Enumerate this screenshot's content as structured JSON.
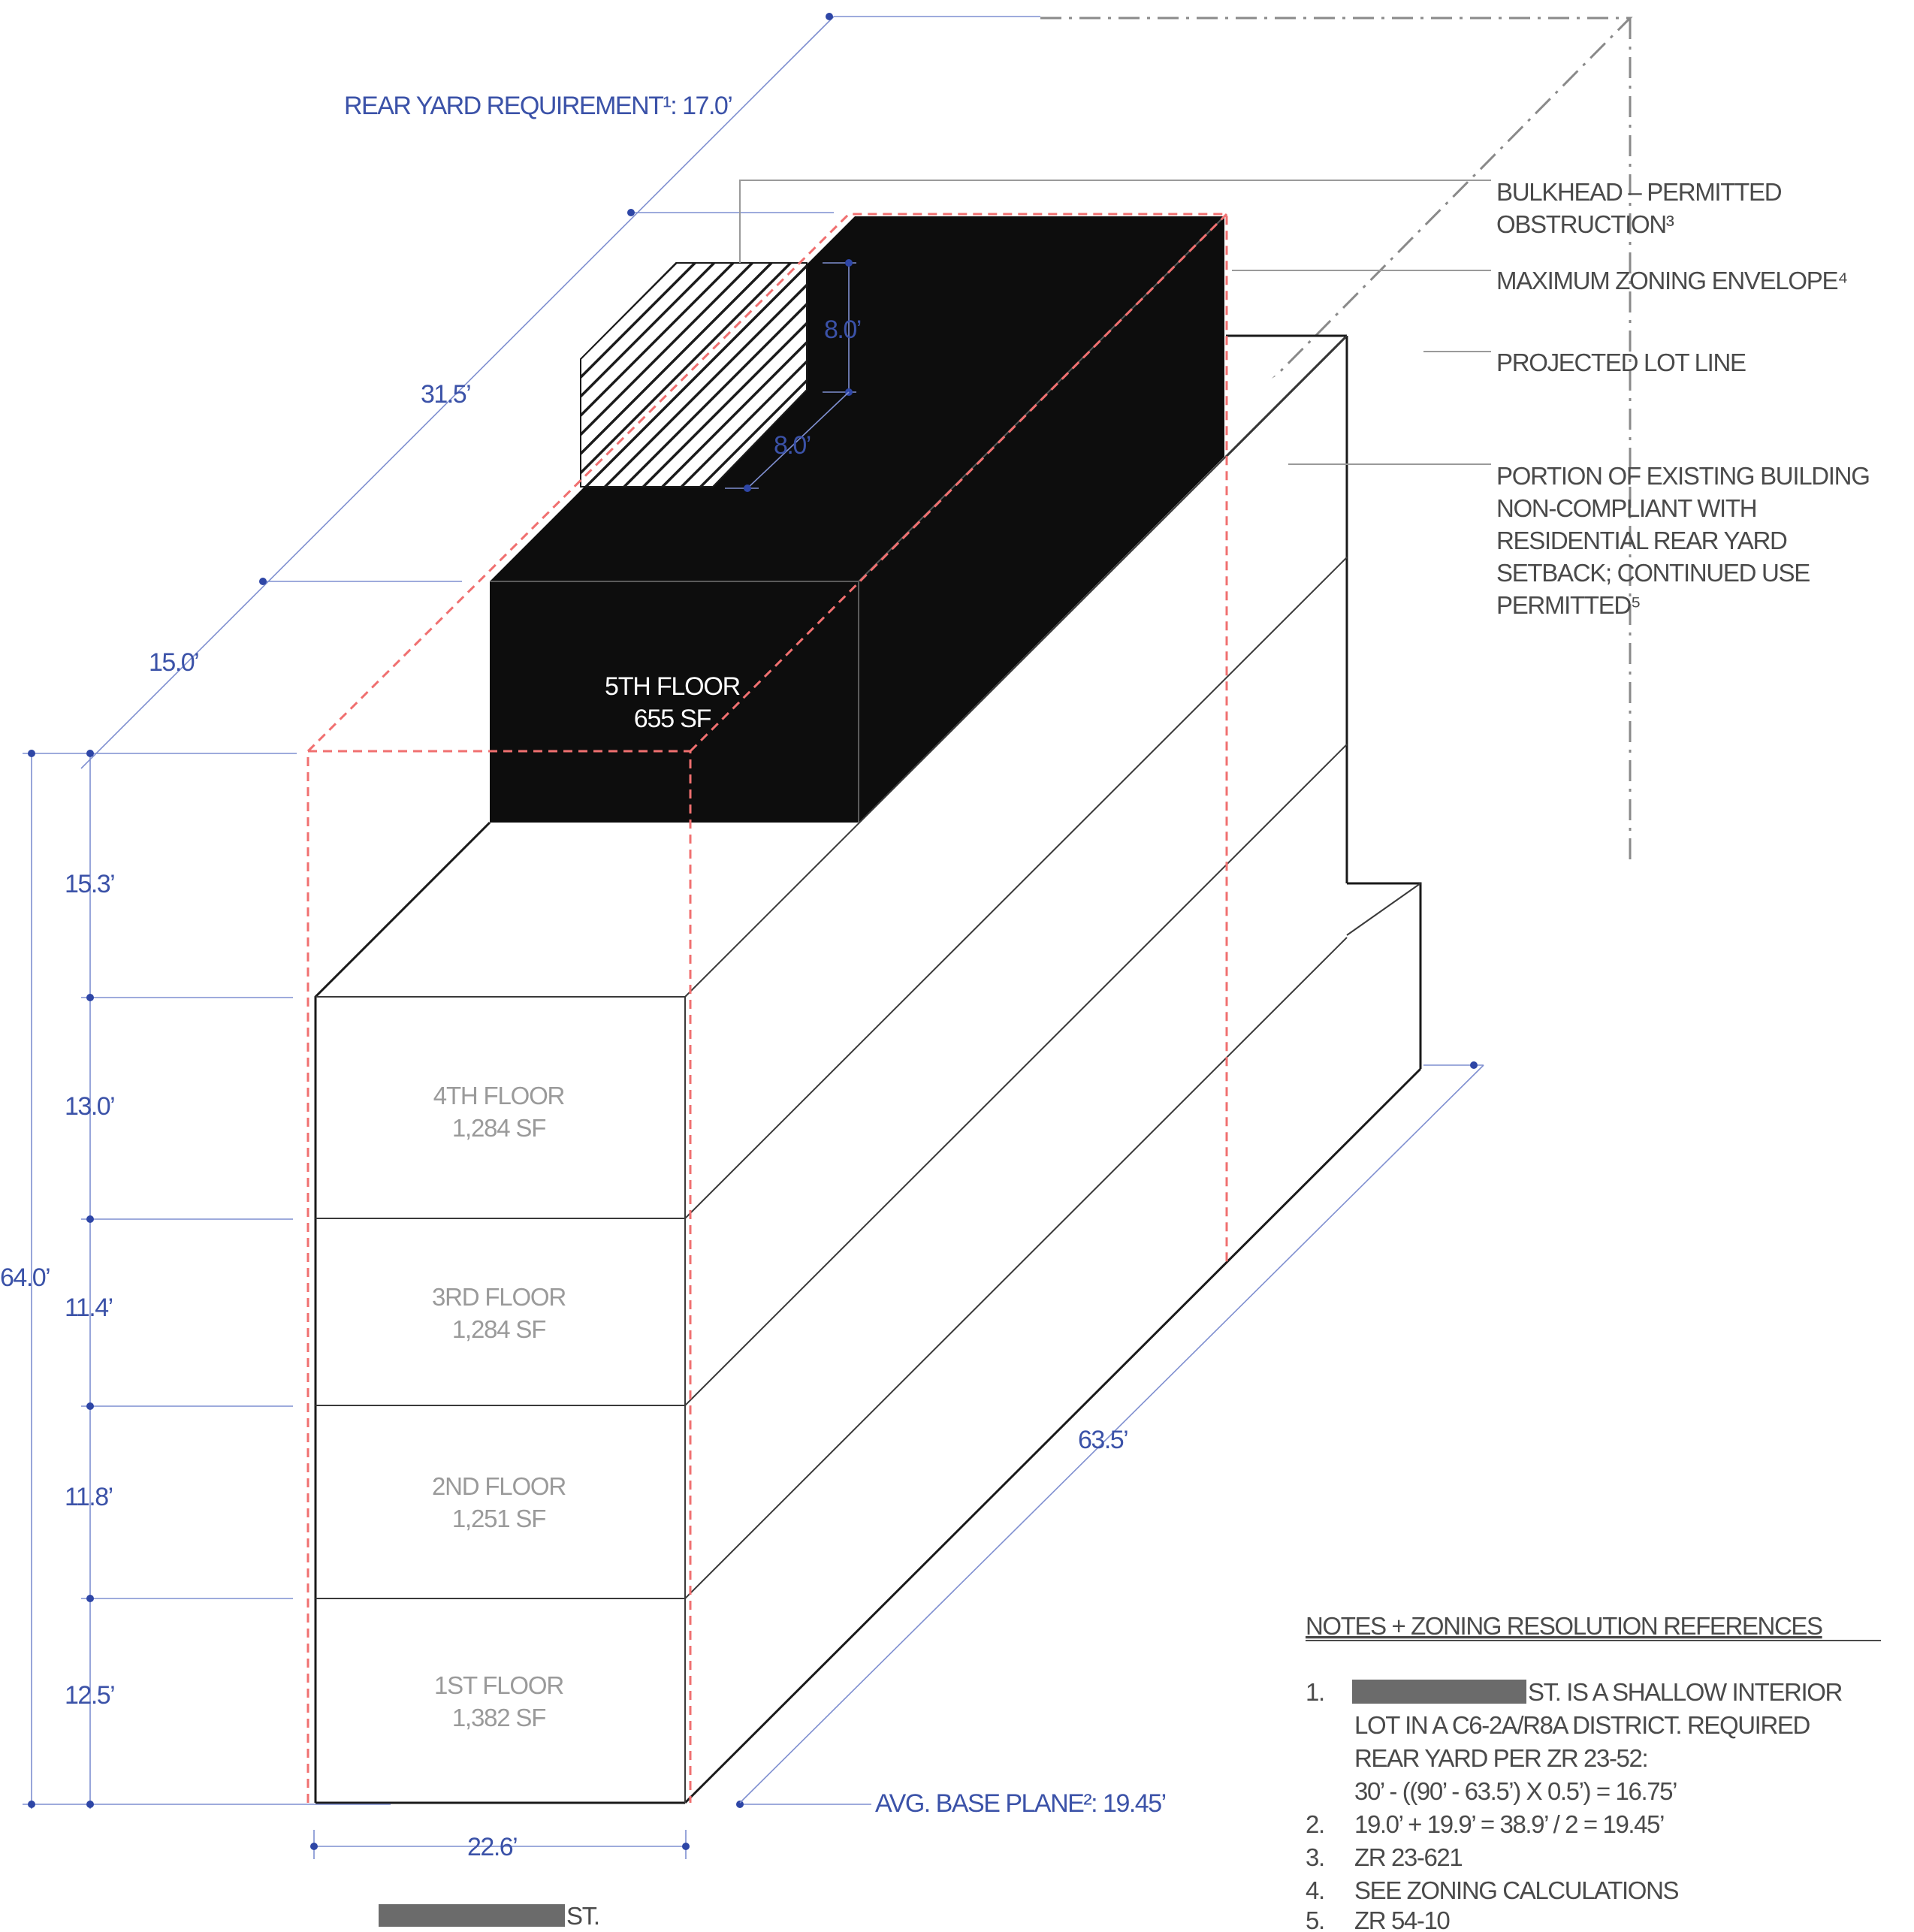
{
  "dimensions": {
    "rear_yard": "REAR YARD REQUIREMENT¹: 17.0’",
    "depth_upper": "31.5’",
    "depth_front": "15.0’",
    "bulkhead_height": "8.0’",
    "bulkhead_depth": "8.0’",
    "total_height": "64.0’",
    "floor_heights": [
      "15.3’",
      "13.0’",
      "11.4’",
      "11.8’",
      "12.5’"
    ],
    "lot_depth": "63.5’",
    "width": "22.6’",
    "base_plane": "AVG. BASE PLANE²: 19.45’"
  },
  "floors": {
    "fifth": {
      "name": "5TH FLOOR",
      "area": "655 SF"
    },
    "fourth": {
      "name": "4TH FLOOR",
      "area": "1,284 SF"
    },
    "third": {
      "name": "3RD FLOOR",
      "area": "1,284 SF"
    },
    "second": {
      "name": "2ND FLOOR",
      "area": "1,251 SF"
    },
    "first": {
      "name": "1ST FLOOR",
      "area": "1,382 SF"
    }
  },
  "callouts": {
    "bulkhead": [
      "BULKHEAD – PERMITTED",
      "OBSTRUCTION³"
    ],
    "envelope": "MAXIMUM ZONING ENVELOPE⁴",
    "lot_line": "PROJECTED LOT LINE",
    "existing": [
      "PORTION OF EXISTING BUILDING",
      "NON-COMPLIANT WITH",
      "RESIDENTIAL REAR YARD",
      "SETBACK; CONTINUED USE",
      "PERMITTED⁵"
    ]
  },
  "street_label": "ST.",
  "notes": {
    "title": "NOTES + ZONING RESOLUTION REFERENCES",
    "items": [
      {
        "num": "1.",
        "lines": [
          "ST. IS A SHALLOW INTERIOR",
          "LOT IN A C6-2A/R8A DISTRICT. REQUIRED",
          "REAR YARD PER ZR 23-52:",
          "30’ - ((90’ - 63.5’) X 0.5’) = 16.75’"
        ]
      },
      {
        "num": "2.",
        "lines": [
          "19.0’ + 19.9’ = 38.9’ / 2 = 19.45’"
        ]
      },
      {
        "num": "3.",
        "lines": [
          "ZR 23-621"
        ]
      },
      {
        "num": "4.",
        "lines": [
          "SEE ZONING CALCULATIONS"
        ]
      },
      {
        "num": "5.",
        "lines": [
          "ZR 54-10"
        ]
      }
    ]
  },
  "colors": {
    "dimension_blue": "#3b52a8",
    "envelope_red": "#f07070",
    "fifth_floor_fill": "#0d0d0d"
  }
}
